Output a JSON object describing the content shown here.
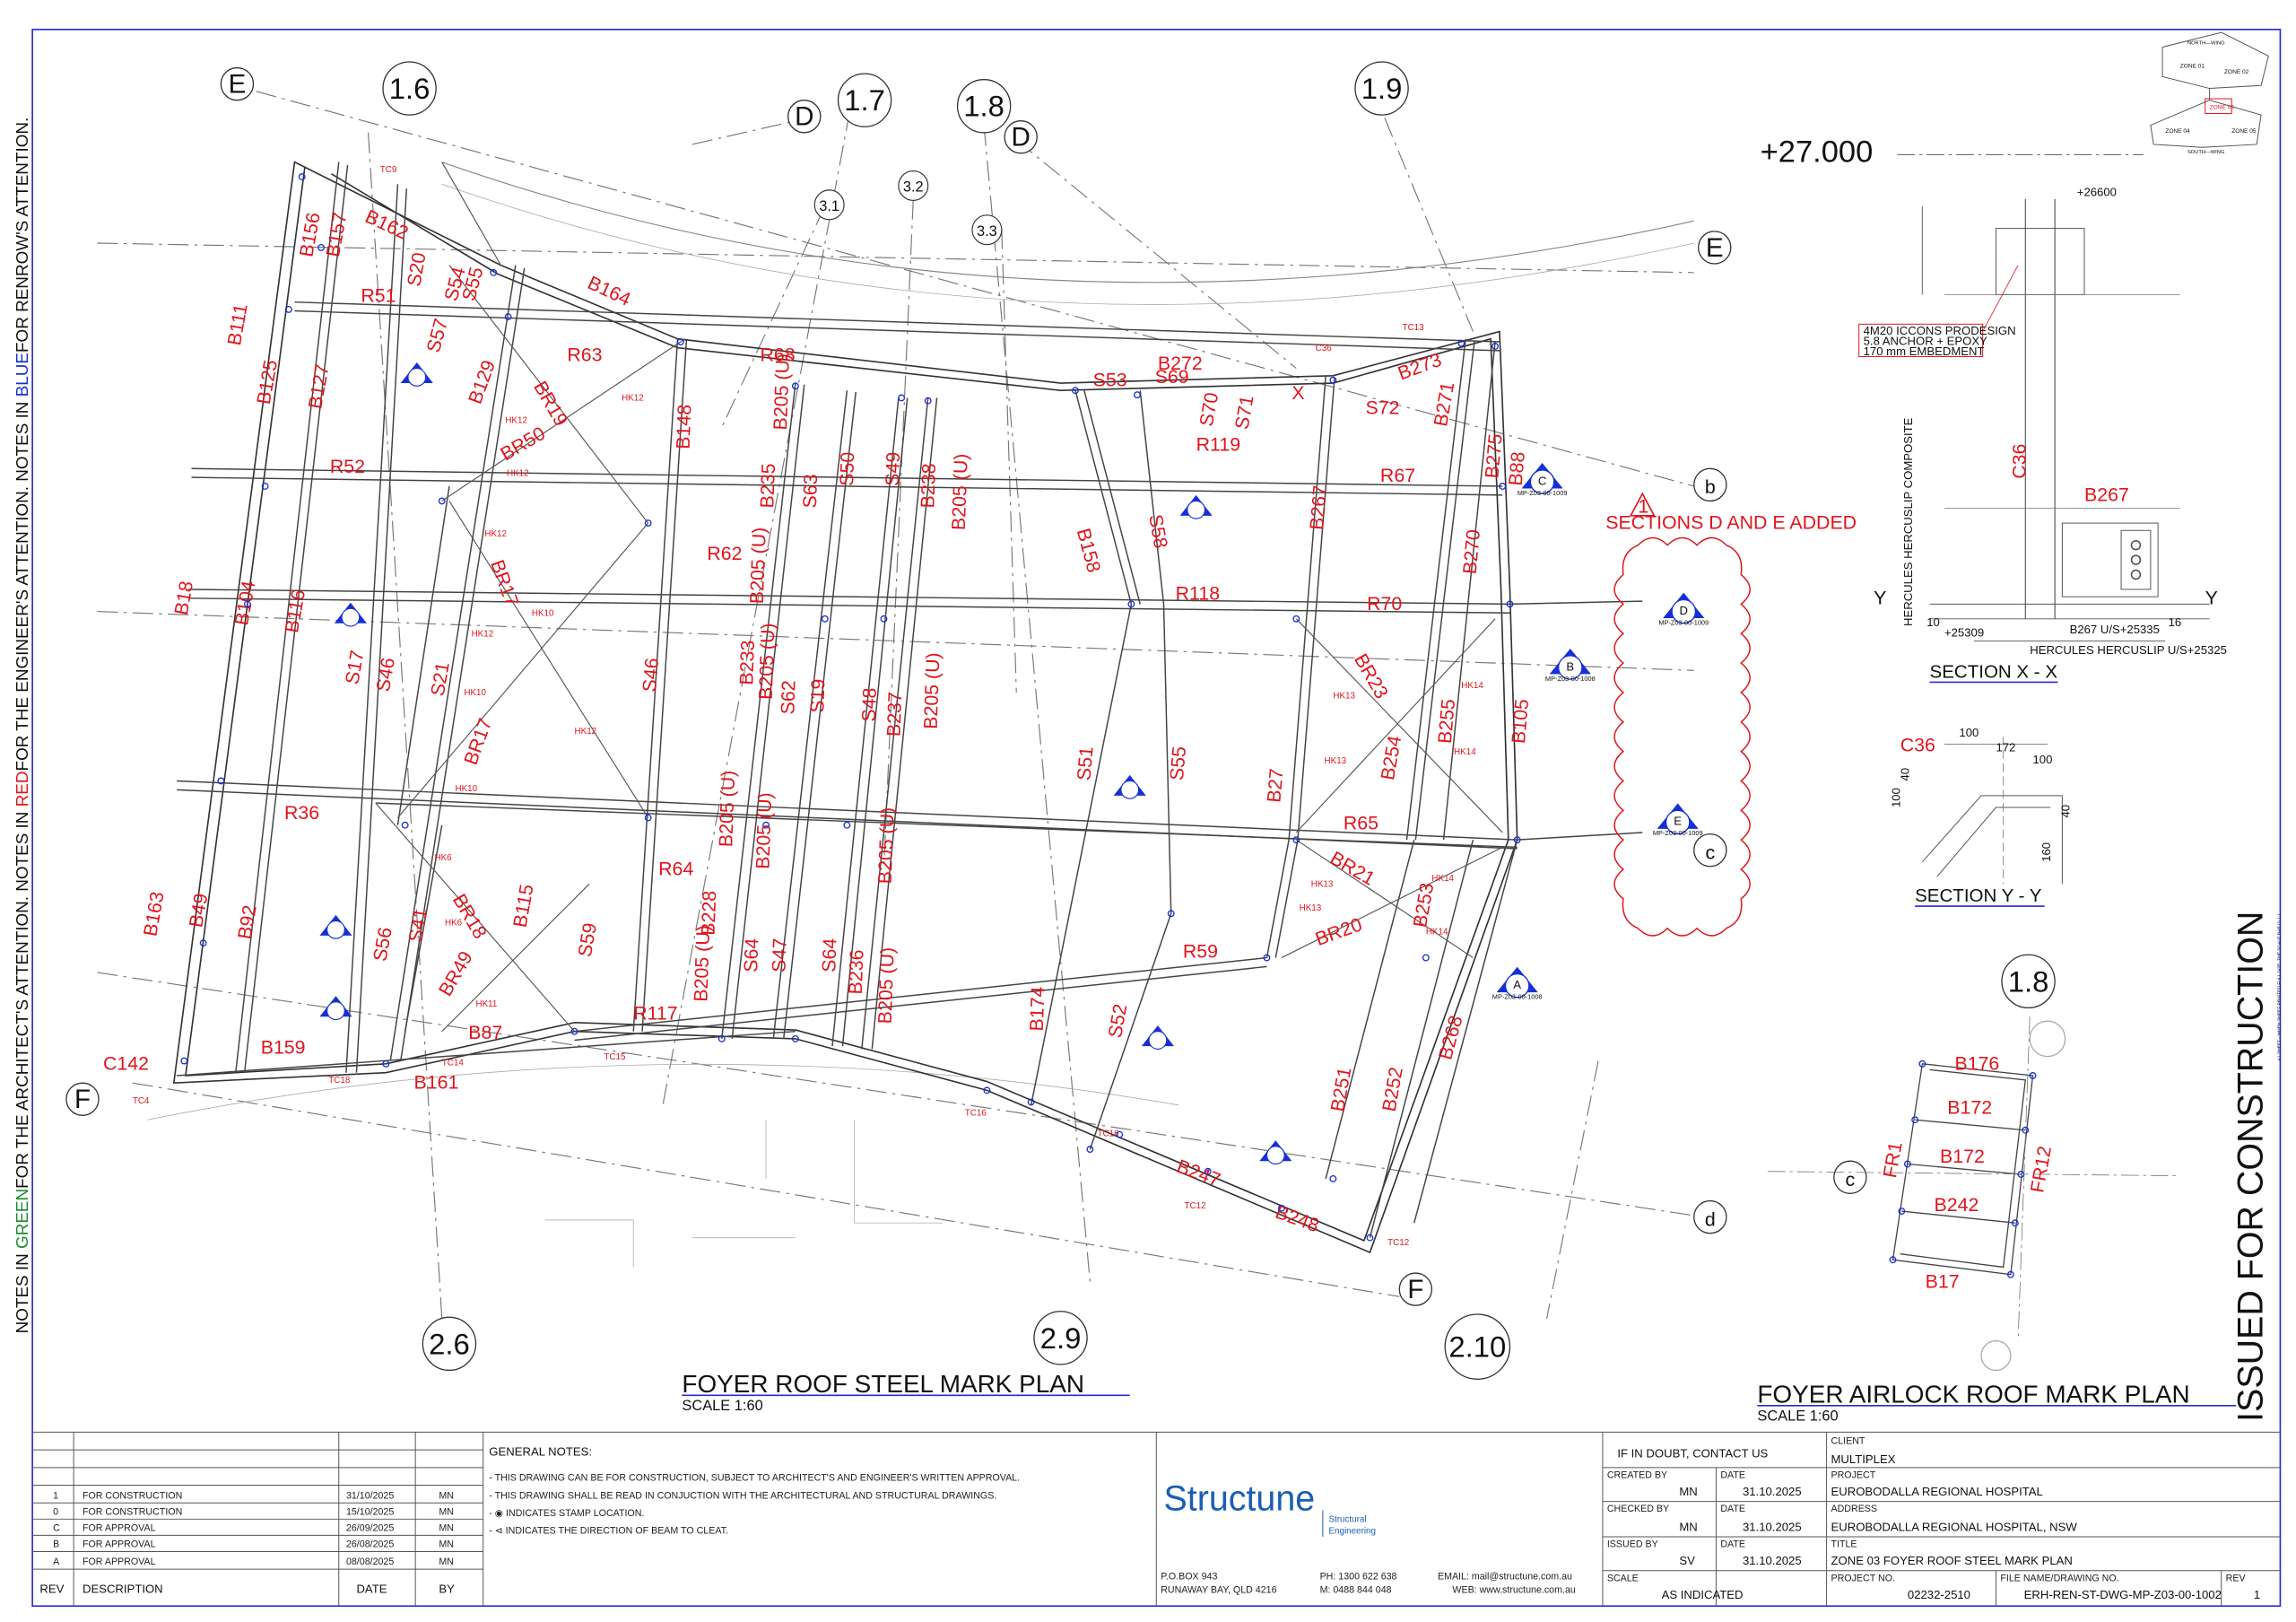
{
  "side_note": {
    "part1": "NOTES IN ",
    "green": "GREEN",
    "part2": "FOR THE ARCHITECT'S ATTENTION. NOTES IN ",
    "red": "RED",
    "part3": "FOR THE ENGINEER'S ATTENTION. NOTES IN ",
    "blue": "BLUE",
    "part4": "FOR RENROW'S ATTENTION."
  },
  "stamp": "ISSUED FOR CONSTRUCTION",
  "tiny_vertical_note": "A1 SHEET - WHEN SHEET PRINTED FULL SIZE, THE SCALE BAR IS 1:1",
  "level": "+27.000",
  "plan": {
    "title": "FOYER ROOF STEEL MARK PLAN",
    "scale": "SCALE  1:60"
  },
  "airlock": {
    "title": "FOYER AIRLOCK ROOF MARK PLAN",
    "scale": "SCALE  1:60"
  },
  "grid_bubbles": [
    {
      "id": "g16",
      "label": "1.6"
    },
    {
      "id": "g17",
      "label": "1.7"
    },
    {
      "id": "g18",
      "label": "1.8"
    },
    {
      "id": "g19",
      "label": "1.9"
    },
    {
      "id": "g26",
      "label": "2.6"
    },
    {
      "id": "g29",
      "label": "2.9"
    },
    {
      "id": "g210",
      "label": "2.10"
    },
    {
      "id": "g18b",
      "label": "1.8"
    }
  ],
  "grid_letters": {
    "E": "E",
    "D": "D",
    "F": "F",
    "c": "c",
    "b": "b",
    "d": "d"
  },
  "sub_grids": [
    "3.1",
    "3.2",
    "3.3"
  ],
  "members": [
    "B156",
    "B157",
    "B162",
    "B111",
    "B125",
    "B127",
    "R51",
    "S20",
    "S54",
    "S55",
    "B164",
    "S57",
    "B129",
    "BR19",
    "R63",
    "R68",
    "B148",
    "B205 (U)",
    "B235",
    "S63",
    "S50",
    "S49",
    "B238",
    "B205 (U)",
    "S53",
    "S69",
    "B272",
    "S70",
    "S71",
    "X",
    "B273",
    "S72",
    "R119",
    "B271",
    "B275",
    "B88",
    "R52",
    "BR50",
    "R67",
    "B158",
    "S58",
    "B267",
    "B270",
    "B18",
    "B104",
    "B116",
    "S17",
    "S46",
    "S21",
    "BR17",
    "S46",
    "R62",
    "B205 (U)",
    "B233",
    "S62",
    "S19",
    "S48",
    "B237",
    "B205 (U)",
    "R118",
    "R70",
    "BR23",
    "B255",
    "B105",
    "BR17",
    "B205 (U)",
    "S51",
    "S55",
    "B27",
    "B254",
    "R65",
    "B163",
    "B49",
    "B92",
    "R36",
    "B205 (U)",
    "S41",
    "S56",
    "BR18",
    "B115",
    "S59",
    "R64",
    "B228",
    "S64",
    "S47",
    "S64",
    "B236",
    "B205 (U)",
    "BR21",
    "B253",
    "R59",
    "BR20",
    "BR49",
    "B87",
    "R117",
    "B205 (U)",
    "B174",
    "S52",
    "B268",
    "C142",
    "B159",
    "B161",
    "B251",
    "B252",
    "B247",
    "B248",
    "B205 (U)",
    "B205 (U)"
  ],
  "tags_hk": [
    "HK12",
    "HK12",
    "HK12",
    "HK12",
    "HK10",
    "HK12",
    "HK10",
    "HK12",
    "HK10",
    "HK6",
    "HK6",
    "HK11",
    "HK13",
    "HK14",
    "HK13",
    "HK14",
    "HK13",
    "HK14",
    "HK13",
    "HK14"
  ],
  "tags_tc": [
    "TC9",
    "TC13",
    "TC4",
    "TC18",
    "TC14",
    "TC15",
    "TC16",
    "TC16",
    "TC12",
    "TC12",
    "C36"
  ],
  "revision_note": {
    "num": "1",
    "text": "SECTIONS D AND E ADDED"
  },
  "section_markers": [
    {
      "letter": "C",
      "ref": "MP-Z03-00-1009"
    },
    {
      "letter": "D",
      "ref": "MP-Z03-00-1009"
    },
    {
      "letter": "B",
      "ref": "MP-Z03-00-1008"
    },
    {
      "letter": "E",
      "ref": "MP-Z03-00-1009"
    },
    {
      "letter": "A",
      "ref": "MP-Z03-00-1008"
    }
  ],
  "section_xx": {
    "title": "SECTION  X - X",
    "note": [
      "4M20 ICCONS PRODESIGN",
      "5.8 ANCHOR + EPOXY",
      "170 mm EMBEDMENT"
    ],
    "level_top": "+26600",
    "c36": "C36",
    "b267": "B267",
    "deck": "HERCULES HERCUSLIP COMPOSITE",
    "y": "Y",
    "lv1": "+25309",
    "lv2": "B267 U/S+25335",
    "lv3": "HERCULES HERCUSLIP U/S+25325",
    "d10": "10",
    "d16": "16"
  },
  "section_yy": {
    "title": "SECTION  Y - Y",
    "c36": "C36",
    "dims": [
      "100",
      "172",
      "100",
      "40",
      "100",
      "40",
      "160"
    ]
  },
  "airlock_members": [
    "B176",
    "B172",
    "B172",
    "B242",
    "B17",
    "FR1",
    "FR12"
  ],
  "airlock_grid": "c",
  "keyplan": {
    "zones": [
      "ZONE 01",
      "ZONE 02",
      "ZONE 03",
      "ZONE 04",
      "ZONE 05"
    ],
    "north": "NORTH—WING",
    "south": "SOUTH—WING"
  },
  "revisions": {
    "headers": {
      "rev": "REV",
      "description": "DESCRIPTION",
      "date": "DATE",
      "by": "BY"
    },
    "rows": [
      {
        "rev": "1",
        "description": "FOR CONSTRUCTION",
        "date": "31/10/2025",
        "by": "MN"
      },
      {
        "rev": "0",
        "description": "FOR CONSTRUCTION",
        "date": "15/10/2025",
        "by": "MN"
      },
      {
        "rev": "C",
        "description": "FOR APPROVAL",
        "date": "26/09/2025",
        "by": "MN"
      },
      {
        "rev": "B",
        "description": "FOR APPROVAL",
        "date": "26/08/2025",
        "by": "MN"
      },
      {
        "rev": "A",
        "description": "FOR APPROVAL",
        "date": "08/08/2025",
        "by": "MN"
      }
    ]
  },
  "general_notes": {
    "title": "GENERAL NOTES:",
    "lines": [
      "- THIS DRAWING CAN BE FOR CONSTRUCTION, SUBJECT TO ARCHITECT'S AND ENGINEER'S WRITTEN APPROVAL.",
      "- THIS DRAWING SHALL BE READ IN CONJUCTION WITH THE ARCHITECTURAL AND STRUCTURAL DRAWINGS.",
      "- ◉ INDICATES STAMP LOCATION.",
      "- ⊲ INDICATES THE DIRECTION OF BEAM TO CLEAT."
    ]
  },
  "company": {
    "logo_text": "Structune",
    "logo_sub1": "Structural",
    "logo_sub2": "Engineering",
    "address1": "P.O.BOX 943",
    "address2": "RUNAWAY BAY, QLD 4216",
    "phone1": "PH:  1300 622 638",
    "phone2": "M:   0488 844 048",
    "email": "EMAIL: mail@structune.com.au",
    "web": "WEB: www.structune.com.au",
    "color": "#1a5fb4"
  },
  "title_block": {
    "if_in_doubt": "IF IN DOUBT, CONTACT US",
    "client_label": "CLIENT",
    "client": "MULTIPLEX",
    "drawn_by_label": "CREATED BY",
    "drawn_by": "MN",
    "date_label": "DATE",
    "date": "31.10.2025",
    "project_label": "PROJECT",
    "project": "EUROBODALLA REGIONAL HOSPITAL",
    "checked_by_label": "CHECKED BY",
    "checked_by": "MN",
    "date2": "31.10.2025",
    "address_label": "ADDRESS",
    "address": "EUROBODALLA REGIONAL HOSPITAL, NSW",
    "issued_by_label": "ISSUED BY",
    "issued_by": "SV",
    "date3": "31.10.2025",
    "title_label": "TITLE",
    "title": "ZONE 03 FOYER ROOF STEEL MARK PLAN",
    "scale_label": "SCALE",
    "scale": "AS INDICATED",
    "project_no_label": "PROJECT NO.",
    "project_no": "02232-2510",
    "drawing_no_label": "FILE NAME/DRAWING NO.",
    "drawing_no": "ERH-REN-ST-DWG-MP-Z03-00-1002",
    "rev_label": "REV",
    "rev": "1"
  },
  "colors": {
    "red": "#e0141c",
    "green": "#1c8a2e",
    "blue": "#1530d6",
    "border": "#2a2ad0"
  }
}
